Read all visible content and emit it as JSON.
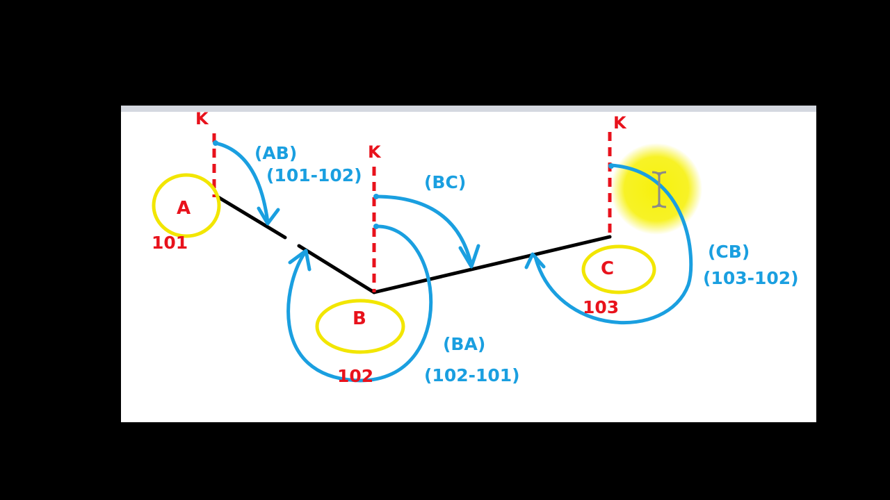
{
  "points": {
    "a": {
      "label": "A",
      "number": "101"
    },
    "b": {
      "label": "B",
      "number": "102"
    },
    "c": {
      "label": "C",
      "number": "103"
    }
  },
  "north_marker": "K",
  "angles": {
    "ab": {
      "name": "(AB)",
      "formula": "(101-102)"
    },
    "bc": {
      "name": "(BC)"
    },
    "ba": {
      "name": "(BA)",
      "formula": "(102-101)"
    },
    "cb": {
      "name": "(CB)",
      "formula": "(103-102)"
    }
  },
  "colors": {
    "north_line": "#e8121c",
    "arc": "#1a9fe0",
    "circle": "#f2e600",
    "route": "#000000",
    "highlight": "#f5f000"
  },
  "icons": {
    "cursor": "text-cursor-icon"
  }
}
